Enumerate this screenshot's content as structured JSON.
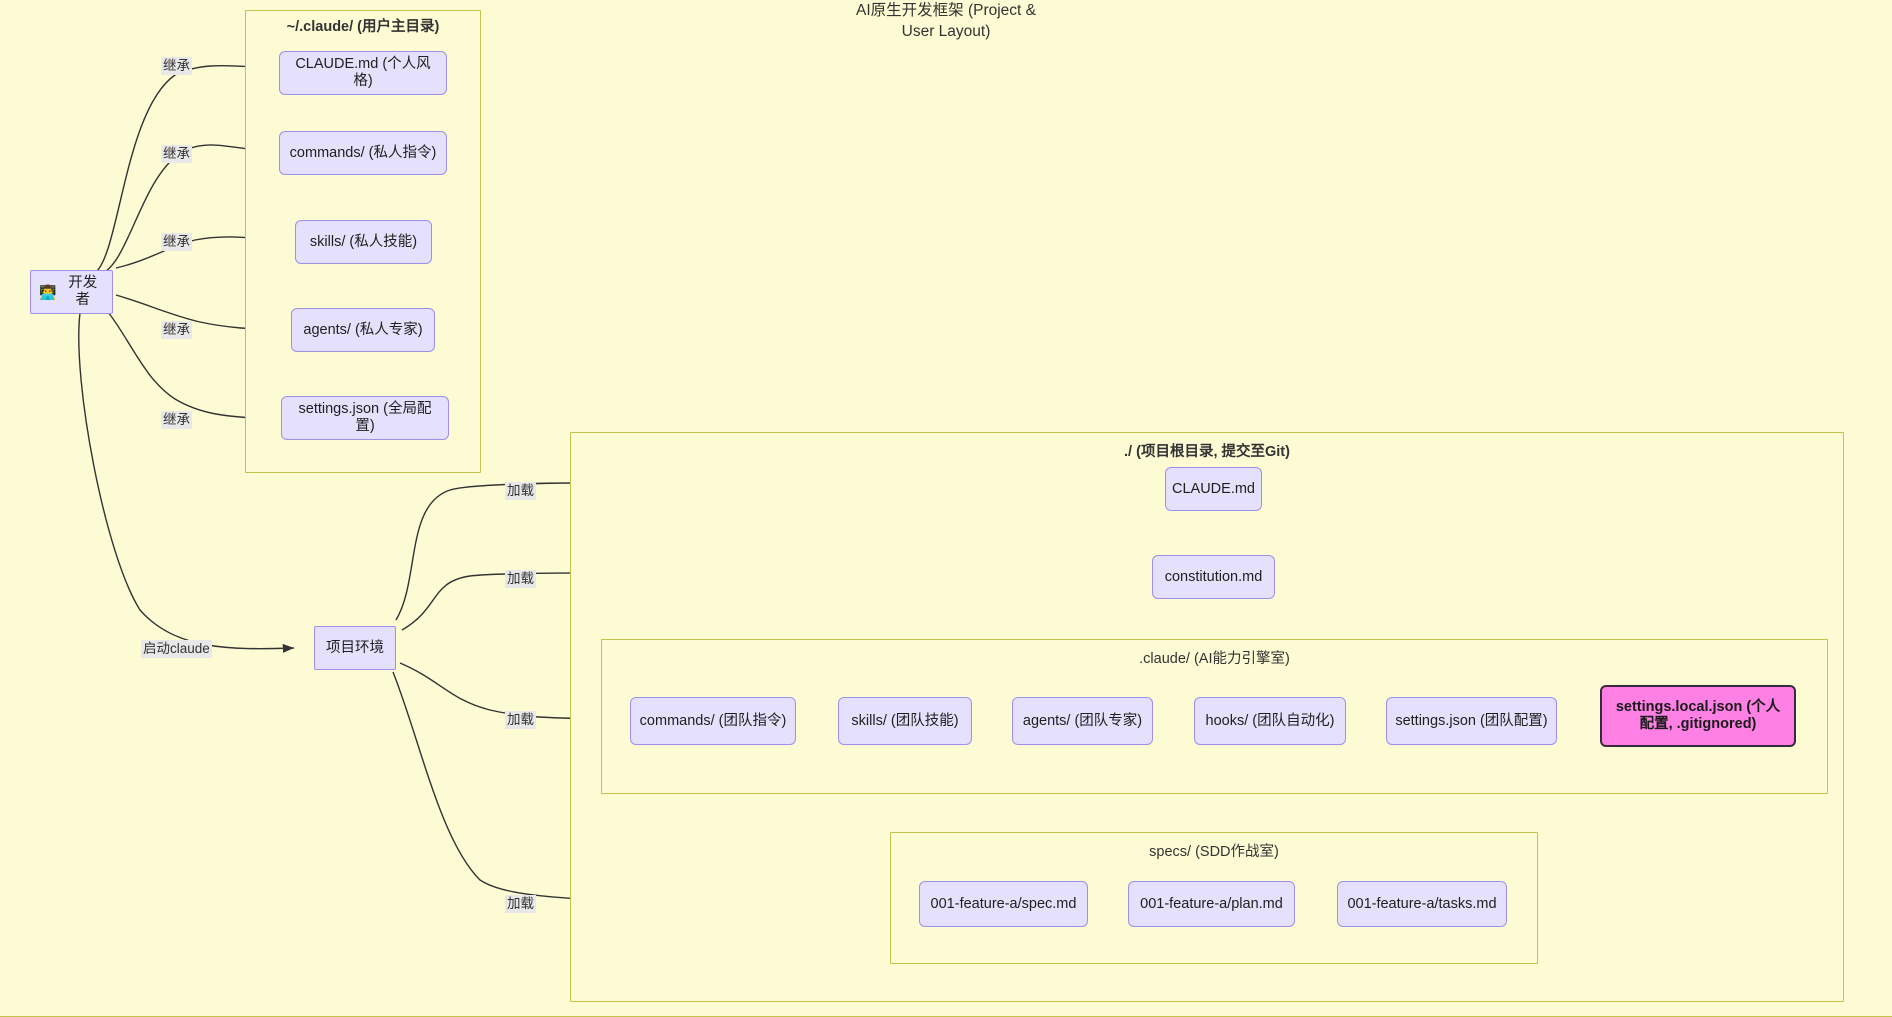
{
  "diagram": {
    "title": "AI原生开发框架 (Project &\nUser Layout)",
    "background_color": "#fdfbd4",
    "frame_border_color": "#c3c34a",
    "node_fill": "#e5e0fb",
    "node_border": "#9f8fec",
    "highlight_fill": "#ff80e5",
    "highlight_border": "#3b2a3b",
    "edge_color": "#333333"
  },
  "actor": {
    "icon": "person-icon",
    "label": "开发者"
  },
  "project_env": {
    "label": "项目环境"
  },
  "user_home": {
    "frame_title": "~/.claude/ (用户主目录)",
    "nodes": [
      {
        "label": "CLAUDE.md (个人风格)"
      },
      {
        "label": "commands/ (私人指令)"
      },
      {
        "label": "skills/ (私人技能)"
      },
      {
        "label": "agents/ (私人专家)"
      },
      {
        "label": "settings.json (全局配置)"
      }
    ]
  },
  "project_root": {
    "frame_title": "./ (项目根目录, 提交至Git)",
    "nodes": [
      {
        "label": "CLAUDE.md"
      },
      {
        "label": "constitution.md"
      }
    ],
    "claude_dir": {
      "frame_title": ".claude/ (AI能力引擎室)",
      "nodes": [
        {
          "label": "commands/ (团队指令)",
          "highlight": false
        },
        {
          "label": "skills/ (团队技能)",
          "highlight": false
        },
        {
          "label": "agents/ (团队专家)",
          "highlight": false
        },
        {
          "label": "hooks/ (团队自动化)",
          "highlight": false
        },
        {
          "label": "settings.json (团队配置)",
          "highlight": false
        },
        {
          "label": "settings.local.json (个人配置, .gitignored)",
          "highlight": true
        }
      ]
    },
    "specs_dir": {
      "frame_title": "specs/ (SDD作战室)",
      "nodes": [
        {
          "label": "001-feature-a/spec.md"
        },
        {
          "label": "001-feature-a/plan.md"
        },
        {
          "label": "001-feature-a/tasks.md"
        }
      ]
    }
  },
  "edge_labels": {
    "inherit": "继承",
    "start_claude": "启动claude",
    "load": "加载"
  }
}
